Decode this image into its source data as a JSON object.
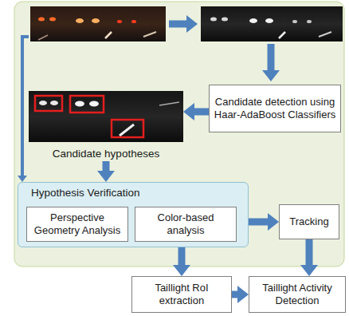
{
  "diagram": {
    "nodes": [
      {
        "text": [
          "Candidate hypotheses"
        ]
      },
      {
        "text": [
          "Candidate detection using Haar-AdaBoost Classifiers"
        ]
      },
      {
        "text": [
          "Hypothesis Verification"
        ]
      },
      {
        "text": [
          "Perspective Geometry Analysis"
        ],
        "in": 2
      },
      {
        "text": [
          "Color-based analysis"
        ],
        "in": 2
      },
      {
        "text": [
          "Tracking"
        ]
      },
      {
        "text": [
          "Taillight RoI extraction"
        ]
      },
      {
        "text": [
          "Taillight Activity Detection"
        ]
      }
    ],
    "edges": [
      {
        "from": 1,
        "to": 0,
        "arrow": "to"
      },
      {
        "from": 0,
        "to": 2,
        "arrow": "to"
      },
      {
        "from": 2,
        "to": 5,
        "arrow": "to"
      },
      {
        "from": 2,
        "to": 6,
        "arrow": "to"
      },
      {
        "from": 5,
        "to": 7,
        "arrow": "to"
      },
      {
        "from": 6,
        "to": 7,
        "arrow": "to"
      }
    ]
  }
}
